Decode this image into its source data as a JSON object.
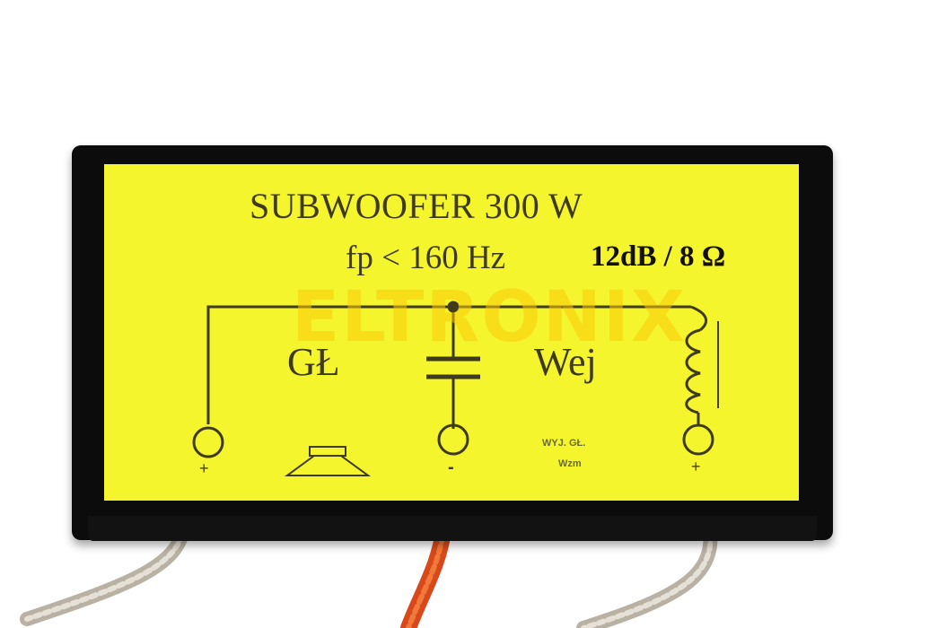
{
  "label": {
    "title": "SUBWOOFER 300 W",
    "frequency": "fp < 160 Hz",
    "spec": "12dB / 8 Ω",
    "left_label": "GŁ",
    "right_label": "Wej",
    "output_label_line1": "WYJ. GŁ.",
    "output_label_line2": "Wzm"
  },
  "terminals": {
    "left_sign": "+",
    "middle_sign": "-",
    "right_sign": "+"
  },
  "watermark": "ELTRONIX",
  "colors": {
    "label_yellow": "#f5f52e",
    "case_black": "#0c0c0c",
    "ink": "#3f3a1c",
    "wire_red": "#e0501c",
    "wire_silver": "#cfc9bd",
    "watermark": "#f6c40a"
  }
}
